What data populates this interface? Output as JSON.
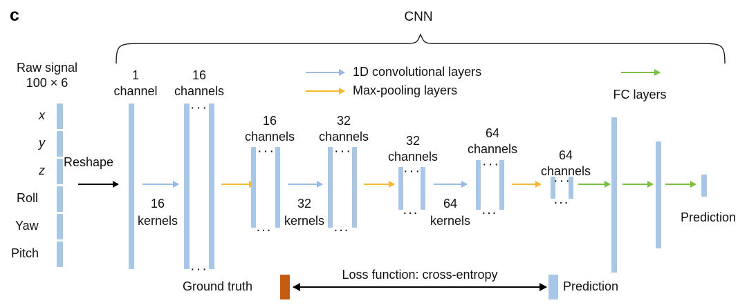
{
  "panel": {
    "letter": "c"
  },
  "title": {
    "cnn": "CNN"
  },
  "input": {
    "caption_line1": "Raw signal",
    "caption_line2": "100 × 6",
    "channels": [
      "x",
      "y",
      "z",
      "Roll",
      "Yaw",
      "Pitch"
    ]
  },
  "reshape": {
    "label": "Reshape"
  },
  "legend": {
    "conv": "1D convolutional layers",
    "pool": "Max-pooling layers",
    "fc": "FC layers",
    "colors": {
      "conv": "#9bb9e0",
      "pool": "#f7b731",
      "fc": "#7ac143",
      "bar": "#a8c6e5",
      "ground_truth": "#c55a11"
    }
  },
  "stages": [
    {
      "count": "1",
      "unit": "channel"
    },
    {
      "count": "16",
      "unit": "channels"
    },
    {
      "count": "16",
      "unit": "channels"
    },
    {
      "count": "32",
      "unit": "channels"
    },
    {
      "count": "32",
      "unit": "channels"
    },
    {
      "count": "64",
      "unit": "channels"
    },
    {
      "count": "64",
      "unit": "channels"
    }
  ],
  "kernels": [
    {
      "count": "16",
      "unit": "kernels"
    },
    {
      "count": "32",
      "unit": "kernels"
    },
    {
      "count": "64",
      "unit": "kernels"
    }
  ],
  "output": {
    "prediction": "Prediction"
  },
  "loss": {
    "ground_truth": "Ground truth",
    "label": "Loss function: cross-entropy",
    "prediction": "Prediction"
  },
  "ellipsis": "···",
  "ellipsis_wide": "..."
}
